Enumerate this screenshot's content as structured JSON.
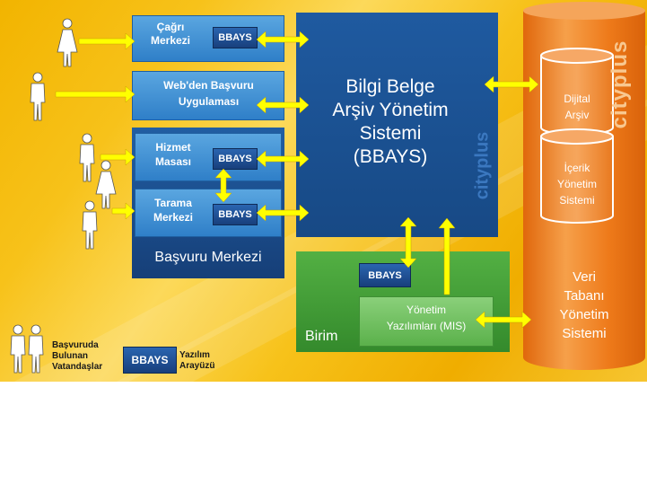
{
  "call_center": "Çağrı\nMerkezi",
  "web_app": "Web'den Başvuru\nUygulaması",
  "help_desk": "Hizmet\nMasası",
  "scan_center": "Tarama\nMerkezi",
  "application_center": "Başvuru Merkezi",
  "main_system": "Bilgi Belge\nArşiv Yönetim\nSistemi\n(BBAYS)",
  "brand": "cityplus",
  "bbays": "BBAYS",
  "unit": "Birim",
  "mis": "Yönetim\nYazılımları (MIS)",
  "digital_archive": "Dijital\nArşiv",
  "content_mgmt": "İçerik\nYönetim\nSistemi",
  "db_mgmt": "Veri\nTabanı\nYönetim\nSistemi",
  "legend": {
    "citizens": "Başvuruda\nBulunan\nVatandaşlar",
    "bbays": "BBAYS",
    "software_interface": "Yazılım\nArayüzü"
  },
  "colors": {
    "arrow": "#ffff00",
    "blue": "#1f5aa0",
    "green": "#47a23a",
    "orange": "#ef7d1a"
  }
}
